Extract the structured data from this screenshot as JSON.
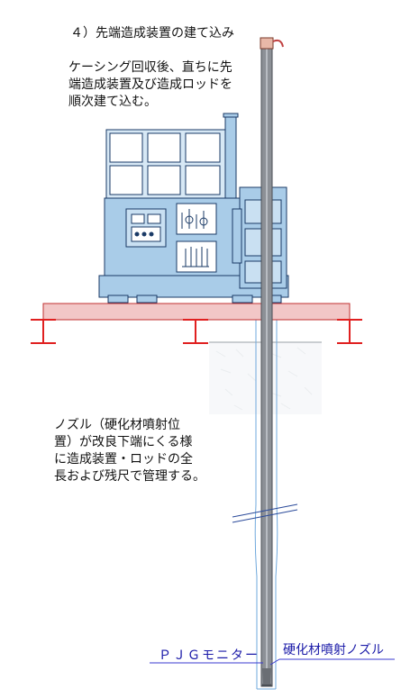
{
  "title": "４）先端造成装置の建て込み",
  "description_lines": [
    "ケーシング回収後、直ちに先",
    "端造成装置及び造成ロッドを",
    "順次建て込む。"
  ],
  "note_lines": [
    "ノズル（硬化材噴射位",
    "置）が改良下端にくる様",
    "に造成装置・ロッドの全",
    "長および残尺で管理する。"
  ],
  "labels": {
    "monitor": "ＰＪＧモニター",
    "nozzle": "硬化材噴射ノズル"
  },
  "colors": {
    "machine_fill": "#a9cce8",
    "machine_stroke": "#1a3a66",
    "platform_fill": "#f2c7c7",
    "platform_stroke": "#c03030",
    "beam": "#e02020",
    "rod": "#8c9096",
    "label_line": "#3a3ad0",
    "hole_line": "#6fa8dc"
  }
}
